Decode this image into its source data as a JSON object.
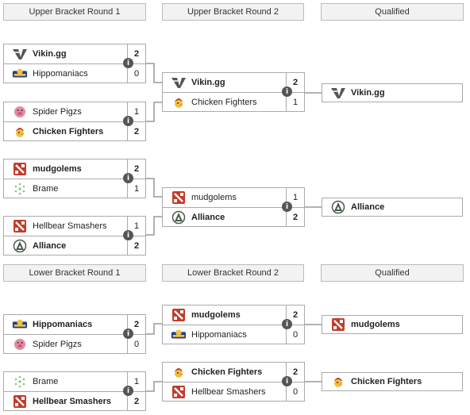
{
  "headers_top": [
    "Upper Bracket Round 1",
    "Upper Bracket Round 2",
    "Qualified"
  ],
  "headers_bottom": [
    "Lower Bracket Round 1",
    "Lower Bracket Round 2",
    "Qualified"
  ],
  "info_glyph": "i",
  "matches": {
    "ub1_a": [
      {
        "team": "Vikin.gg",
        "score": "2",
        "win": true,
        "logo": "vikin"
      },
      {
        "team": "Hippomaniacs",
        "score": "0",
        "win": false,
        "logo": "hippo"
      }
    ],
    "ub1_b": [
      {
        "team": "Spider Pigzs",
        "score": "1",
        "win": false,
        "logo": "pig"
      },
      {
        "team": "Chicken Fighters",
        "score": "2",
        "win": true,
        "logo": "chicken"
      }
    ],
    "ub2_a": [
      {
        "team": "Vikin.gg",
        "score": "2",
        "win": true,
        "logo": "vikin"
      },
      {
        "team": "Chicken Fighters",
        "score": "1",
        "win": false,
        "logo": "chicken"
      }
    ],
    "ub1_c": [
      {
        "team": "mudgolems",
        "score": "2",
        "win": true,
        "logo": "dota"
      },
      {
        "team": "Brame",
        "score": "1",
        "win": false,
        "logo": "brame"
      }
    ],
    "ub1_d": [
      {
        "team": "Hellbear Smashers",
        "score": "1",
        "win": false,
        "logo": "dota"
      },
      {
        "team": "Alliance",
        "score": "2",
        "win": true,
        "logo": "alliance"
      }
    ],
    "ub2_b": [
      {
        "team": "mudgolems",
        "score": "1",
        "win": false,
        "logo": "dota"
      },
      {
        "team": "Alliance",
        "score": "2",
        "win": true,
        "logo": "alliance"
      }
    ],
    "lb1_a": [
      {
        "team": "Hippomaniacs",
        "score": "2",
        "win": true,
        "logo": "hippo"
      },
      {
        "team": "Spider Pigzs",
        "score": "0",
        "win": false,
        "logo": "pig"
      }
    ],
    "lb1_b": [
      {
        "team": "Brame",
        "score": "1",
        "win": false,
        "logo": "brame"
      },
      {
        "team": "Hellbear Smashers",
        "score": "2",
        "win": true,
        "logo": "dota"
      }
    ],
    "lb2_a": [
      {
        "team": "mudgolems",
        "score": "2",
        "win": true,
        "logo": "dota"
      },
      {
        "team": "Hippomaniacs",
        "score": "0",
        "win": false,
        "logo": "hippo"
      }
    ],
    "lb2_b": [
      {
        "team": "Chicken Fighters",
        "score": "2",
        "win": true,
        "logo": "chicken"
      },
      {
        "team": "Hellbear Smashers",
        "score": "0",
        "win": false,
        "logo": "dota"
      }
    ]
  },
  "qualified": {
    "q1": {
      "team": "Vikin.gg",
      "logo": "vikin"
    },
    "q2": {
      "team": "Alliance",
      "logo": "alliance"
    },
    "q3": {
      "team": "mudgolems",
      "logo": "dota"
    },
    "q4": {
      "team": "Chicken Fighters",
      "logo": "chicken"
    }
  },
  "colors": {
    "dota": "#c23c2a",
    "vikin": "#555555",
    "hippo": "#1f3f8a",
    "pig": "#e58aa0",
    "chicken": "#c0392b",
    "brame": "#8ac28a",
    "alliance": "#4a5a4a"
  }
}
